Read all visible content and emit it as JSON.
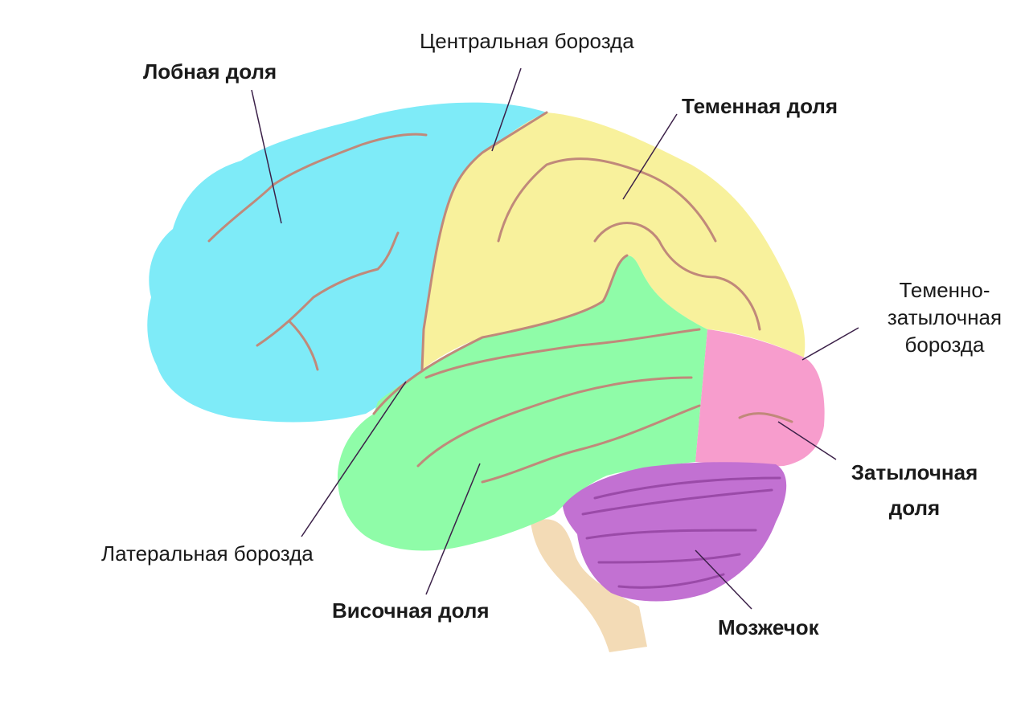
{
  "title": "Brain lobes diagram",
  "colors": {
    "frontal": "#7eebf8",
    "parietal": "#f8f19c",
    "temporal": "#8ffca8",
    "occipital": "#f79dcd",
    "cerebellum": "#c271d2",
    "brainstem": "#f3dbb6",
    "sulcus": "#c0897a",
    "leader": "#3b2048"
  },
  "labels": {
    "frontal": "Лобная доля",
    "central": "Центральная борозда",
    "parietal": "Теменная доля",
    "parieto_occipital_1": "Теменно-",
    "parieto_occipital_2": "затылочная",
    "parieto_occipital_3": "борозда",
    "occipital_1": "Затылочная",
    "occipital_2": "доля",
    "lateral": "Латеральная борозда",
    "temporal": "Височная доля",
    "cerebellum": "Мозжечок"
  }
}
